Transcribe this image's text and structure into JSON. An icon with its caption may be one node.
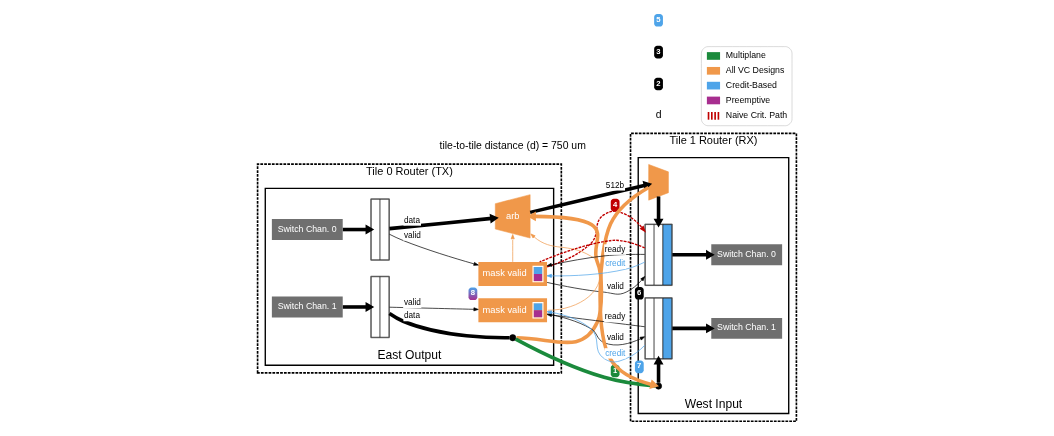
{
  "diagram": {
    "nodes": [
      {
        "text": [
          "Tile 0 Router (TX)"
        ]
      },
      {
        "text": [
          "East Output"
        ],
        "in": 0
      },
      {
        "text": [
          "Switch Chan. 0"
        ],
        "in": 1
      },
      {
        "text": [],
        "shape": "box",
        "in": 1
      },
      {
        "text": [
          "mask valid"
        ],
        "in": 1,
        "beside": [
          "8"
        ]
      },
      {
        "text": [
          "arb"
        ],
        "in": 1
      },
      {
        "text": [
          "Switch Chan. 1"
        ],
        "in": 1
      },
      {
        "text": [],
        "shape": "box",
        "in": 1
      },
      {
        "text": [],
        "shape": "circle",
        "in": 1
      },
      {
        "text": [
          "mask valid"
        ],
        "in": 1
      },
      {
        "text": [
          "Tile 1 Router (RX)"
        ]
      },
      {
        "text": [
          "West Input"
        ],
        "in": 10
      },
      {
        "text": [],
        "shape": "trapezoid",
        "in": 11
      },
      {
        "text": [],
        "shape": "box",
        "in": 11,
        "beside": [
          "6"
        ]
      },
      {
        "text": [
          "Switch Chan. 0"
        ],
        "in": 11
      },
      {
        "text": [],
        "shape": "circle",
        "in": 11
      },
      {
        "text": [],
        "shape": "box",
        "in": 11,
        "beside": [
          "7"
        ]
      },
      {
        "text": [
          "Switch Chan. 1"
        ],
        "in": 11
      }
    ],
    "edges": [
      {
        "from": 2,
        "to": 3,
        "arrow": "to",
        "style": "thick"
      },
      {
        "from": 3,
        "to": 4,
        "arrow": "to",
        "label": "valid"
      },
      {
        "from": 3,
        "to": 5,
        "arrow": "to",
        "label": "data",
        "style": "thick"
      },
      {
        "from": 4,
        "to": 13,
        "arrow": "to",
        "label": "valid"
      },
      {
        "from": 4,
        "to": 5,
        "arrow": "to",
        "color": "#f0984a"
      },
      {
        "from": 13,
        "to": 4,
        "arrow": "to",
        "label": "ready"
      },
      {
        "from": 13,
        "to": 4,
        "arrow": "to",
        "label": "credit",
        "color": "#4ea4e9"
      },
      {
        "from": 4,
        "to": 13,
        "arrow": "to",
        "label": "4",
        "style": "dashed",
        "color": "#c00000"
      },
      {
        "from": 13,
        "to": 4,
        "arrow": "none",
        "style": "dashed",
        "color": "#c00000"
      },
      {
        "from": 5,
        "to": 12,
        "arrow": "to",
        "label": "512b",
        "style": "thick"
      },
      {
        "from": 12,
        "to": 13,
        "arrow": "to",
        "style": "thick"
      },
      {
        "from": 12,
        "to": 15,
        "arrow": "to",
        "style": "thick",
        "color": "#f0984a"
      },
      {
        "from": 6,
        "to": 7,
        "arrow": "to",
        "style": "thick"
      },
      {
        "from": 7,
        "to": 8,
        "arrow": "none",
        "label": "data",
        "style": "thick"
      },
      {
        "from": 8,
        "to": 5,
        "arrow": "to",
        "style": "thick",
        "color": "#f0984a"
      },
      {
        "from": 8,
        "to": 15,
        "arrow": "none",
        "label": "1",
        "style": "thick",
        "color": "#1b8a3c"
      },
      {
        "from": 15,
        "to": 16,
        "arrow": "to",
        "style": "thick"
      },
      {
        "from": 7,
        "to": 9,
        "arrow": "to",
        "label": "valid"
      },
      {
        "from": 9,
        "to": 16,
        "arrow": "to",
        "label": "valid"
      },
      {
        "from": 9,
        "to": 5,
        "arrow": "to",
        "color": "#f0984a"
      },
      {
        "from": 16,
        "to": 9,
        "arrow": "to",
        "label": "ready"
      },
      {
        "from": 16,
        "to": 9,
        "arrow": "to",
        "label": "credit",
        "color": "#4ea4e9"
      },
      {
        "from": 13,
        "to": 14,
        "arrow": "to",
        "style": "thick"
      },
      {
        "from": 16,
        "to": 17,
        "arrow": "to",
        "style": "thick"
      }
    ],
    "labels": [
      "tile-to-tile distance (d) = 750 um",
      "d",
      "2",
      "3",
      "5"
    ],
    "legend": [
      {
        "text": "Multiplane",
        "color": "#1b8a3c"
      },
      {
        "text": "All VC Designs",
        "color": "#f0984a"
      },
      {
        "text": "Credit-Based",
        "color": "#4ea4e9"
      },
      {
        "text": "Preemptive",
        "color": "#a72e8f"
      },
      {
        "text": "Naive Crit. Path"
      }
    ]
  }
}
